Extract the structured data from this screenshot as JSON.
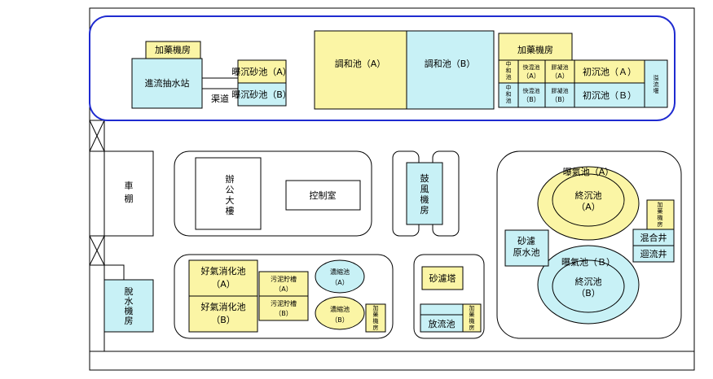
{
  "labels": {
    "dosing_room_top_left": "加藥機房",
    "influent_pump_station": "進流抽水站",
    "channel": "渠道",
    "grit_tank_a": "曝沉砂池（A）",
    "grit_tank_b": "曝沉砂池（B）",
    "equalization_a": "調和池（A）",
    "equalization_b": "調和池（B）",
    "dosing_room_top_right": "加藥機房",
    "neutralization_1": [
      "中",
      "和",
      "池"
    ],
    "neutralization_2": [
      "中",
      "和",
      "池"
    ],
    "rapid_mix_a": [
      "快混池",
      "（A）"
    ],
    "rapid_mix_b": [
      "快混池",
      "（B）"
    ],
    "floc_a": [
      "膠凝池",
      "（A）"
    ],
    "floc_b": [
      "膠凝池",
      "（B）"
    ],
    "primary_clarifier_a": "初沉池（Ａ）",
    "primary_clarifier_b": "初沉池（Ｂ）",
    "overflow_weir": [
      "溢",
      "流",
      "堰"
    ],
    "carport": [
      "車",
      "棚"
    ],
    "office_building": [
      "辦",
      "公",
      "大",
      "樓"
    ],
    "control_room": "控制室",
    "blower_room": [
      "鼓",
      "風",
      "機",
      "房"
    ],
    "aeration_a": "曝氣池（A）",
    "final_clarifier_a": [
      "終沉池",
      "（A）"
    ],
    "aeration_b": "曝氣池（Ｂ）",
    "final_clarifier_b": [
      "終沉池",
      "（B）"
    ],
    "sand_filter_raw_water": [
      "砂濾",
      "原水池"
    ],
    "dosing_room_right": [
      "加",
      "藥",
      "機",
      "房"
    ],
    "mixing_well": "混合井",
    "return_well": "迴流井",
    "dewatering_room": [
      "脫",
      "水",
      "機",
      "房"
    ],
    "aerobic_digester_a": [
      "好氣消化池",
      "（A）"
    ],
    "aerobic_digester_b": [
      "好氣消化池",
      "（B）"
    ],
    "sludge_storage_a": [
      "污泥貯槽",
      "（A）"
    ],
    "sludge_storage_b": [
      "污泥貯槽",
      "（B）"
    ],
    "thickener_a": [
      "濃縮池",
      "（A）"
    ],
    "thickener_b": [
      "濃縮池",
      "（B）"
    ],
    "dosing_room_sludge": [
      "加",
      "藥",
      "機",
      "房"
    ],
    "sand_filter_tower": "砂濾塔",
    "discharge_tank": "放流池",
    "dosing_room_discharge": [
      "加",
      "藥",
      "機",
      "房"
    ]
  },
  "colors": {
    "yellow": "#fbf5a5",
    "cyan": "#c8f1f6",
    "outline_blue": "#1f2bd0"
  }
}
